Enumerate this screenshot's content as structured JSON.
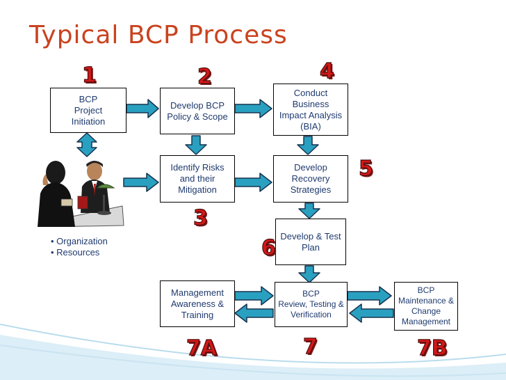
{
  "title": "Typical BCP Process",
  "boxes": {
    "initiation": "BCP\nProject\nInitiation",
    "policy": "Develop BCP\nPolicy & Scope",
    "bia": "Conduct\nBusiness\nImpact Analysis\n(BIA)",
    "risks": "Identify Risks\nand their\nMitigation",
    "recovery": "Develop\nRecovery\nStrategies",
    "test_plan": "Develop & Test\nPlan",
    "awareness": "Management\nAwareness &\nTraining",
    "review": "BCP\nReview, Testing &\nVerification",
    "maintenance": "BCP\nMaintenance &\nChange\nManagement"
  },
  "notes": [
    "• Organization",
    "• Resources"
  ],
  "step_numbers": {
    "n1": "1",
    "n2": "2",
    "n3": "3",
    "n4": "4",
    "n5": "5",
    "n6": "6",
    "n7": "7",
    "n7a": "7A",
    "n7b": "7B"
  },
  "colors": {
    "title": "#c9431f",
    "box_text": "#1f3a6e",
    "arrow_fill": "#2aa0c0",
    "arrow_stroke": "#17324f",
    "number": "#d21818"
  },
  "illustration": "business-meeting-clipart"
}
